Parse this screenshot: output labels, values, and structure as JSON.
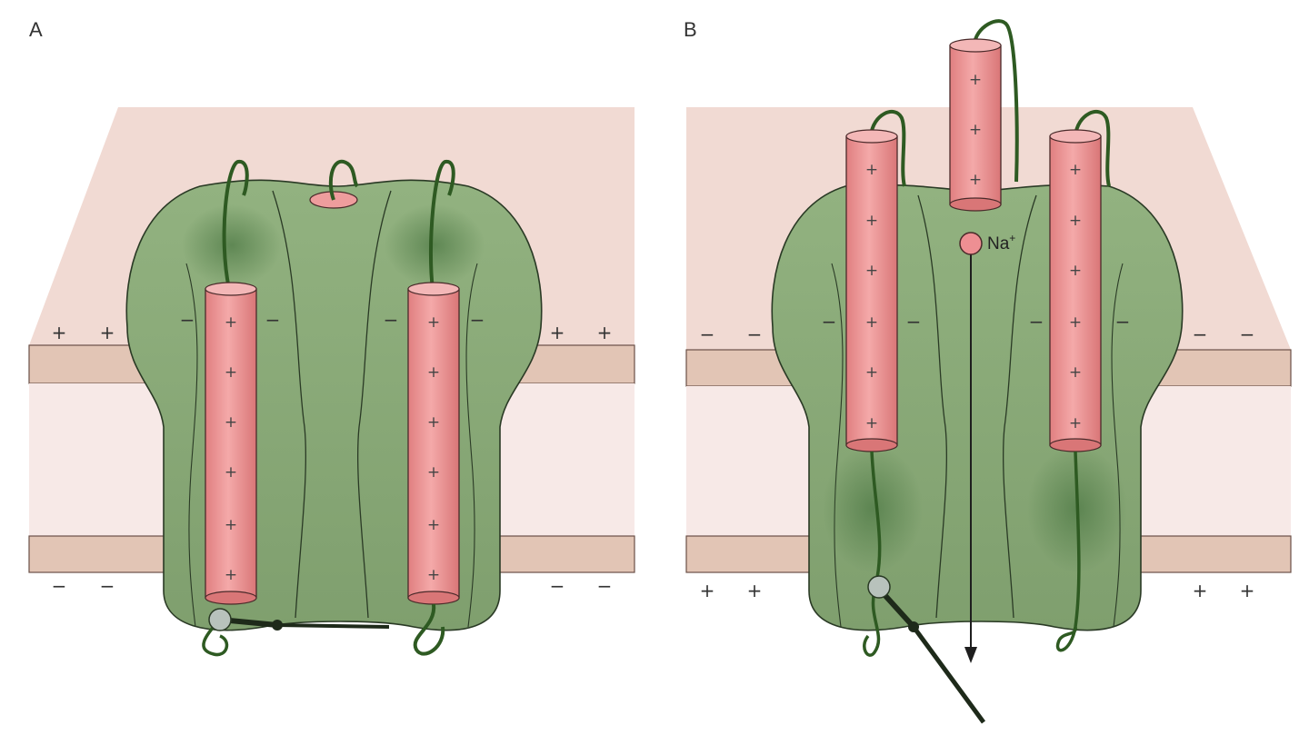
{
  "panels": [
    {
      "label": "A",
      "outer_top_signs": [
        "+",
        "+",
        "+",
        "+"
      ],
      "outer_bottom_signs": [
        "−",
        "−",
        "−",
        "−"
      ],
      "inner_signs": [
        "−",
        "−",
        "−",
        "−"
      ],
      "helix_sign": "+",
      "state": "closed"
    },
    {
      "label": "B",
      "outer_top_signs": [
        "−",
        "−",
        "−",
        "−"
      ],
      "outer_bottom_signs": [
        "+",
        "+",
        "+",
        "+"
      ],
      "inner_signs": [
        "−",
        "−",
        "−",
        "−"
      ],
      "helix_sign": "+",
      "ion_label": "Na",
      "ion_charge": "+",
      "state": "open"
    }
  ],
  "colors": {
    "protein": "#8fae7c",
    "protein_dark": "#5f8a55",
    "protein_outline": "#2a3a25",
    "helix": "#ec9a9a",
    "helix_top": "#f3b7b7",
    "helix_outline": "#4a2a2a",
    "membrane_back": "#f0d8d2",
    "membrane_band": "#e1c4b3",
    "membrane_mid": "#f6e8e6",
    "linker": "#2e5a22",
    "gate": "#b8c2bc"
  }
}
